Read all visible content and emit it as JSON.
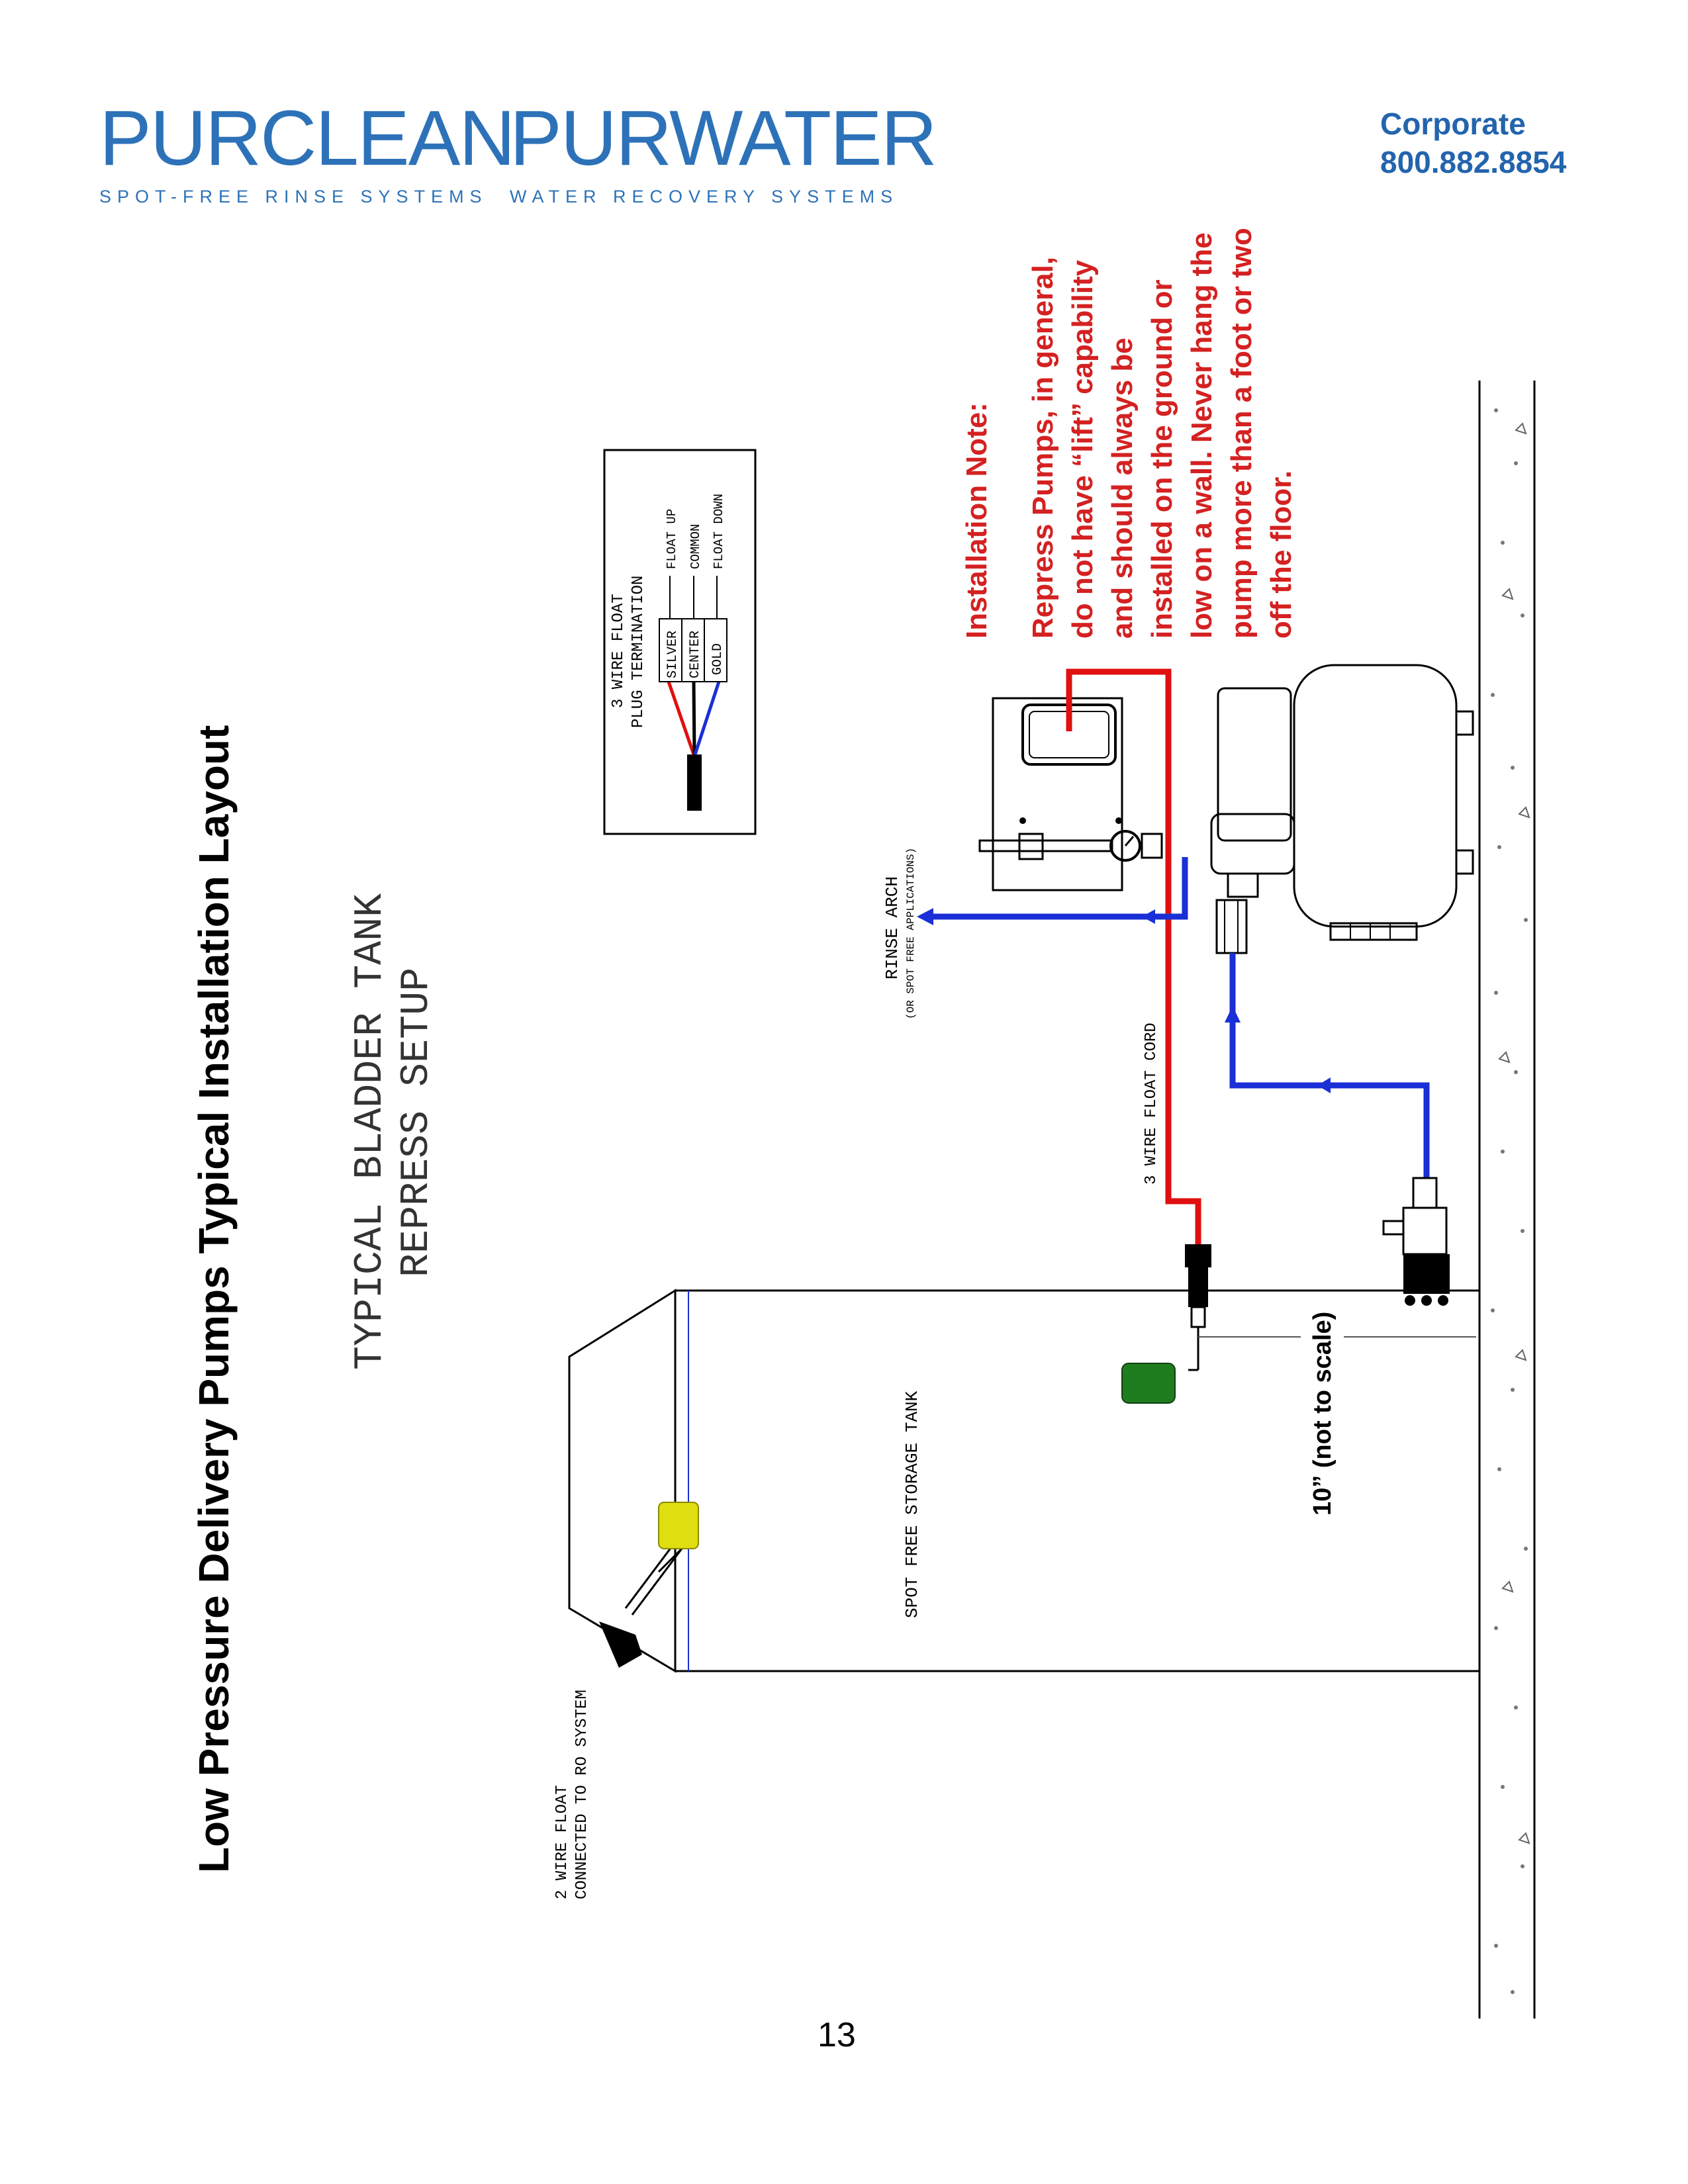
{
  "brand": {
    "purclean": {
      "pre": "P",
      "u": "U",
      "post": "RCLEAN",
      "tagline": "SPOT-FREE RINSE SYSTEMS"
    },
    "purwater": {
      "pre": "P",
      "u": "U",
      "post": "RWATER",
      "tagline": "WATER RECOVERY SYSTEMS"
    },
    "color": "#2d72b8"
  },
  "corporate": {
    "label": "Corporate",
    "phone": "800.882.8854"
  },
  "page_title": "Low Pressure Delivery Pumps Typical Installation Layout",
  "setup_title": {
    "line1": "TYPICAL BLADDER TANK",
    "line2": "REPRESS SETUP"
  },
  "plug_box": {
    "title1": "3 WIRE FLOAT",
    "title2": "PLUG TERMINATION",
    "terminals": [
      "SILVER",
      "CENTER",
      "GOLD"
    ],
    "functions": [
      "FLOAT UP",
      "COMMON",
      "FLOAT DOWN"
    ]
  },
  "labels": {
    "rinse_arch_1": "RINSE ARCH",
    "rinse_arch_2": "(OR SPOT FREE APPLICATIONS)",
    "float_cord": "3 WIRE FLOAT CORD",
    "storage_tank": "SPOT FREE STORAGE TANK",
    "two_wire_1": "2 WIRE FLOAT",
    "two_wire_2": "CONNECTED TO RO SYSTEM",
    "dimension": "10” (not to scale)"
  },
  "installation_note": {
    "heading": "Installation Note:",
    "lines": [
      "Repress Pumps, in general,",
      "do not have “lift” capability",
      "and should always be",
      "installed on the ground or",
      "low on a wall. Never hang the",
      "pump more than a foot or two",
      "off the floor."
    ],
    "color": "#d42121"
  },
  "colors": {
    "wire_red": "#e01010",
    "pipe_blue": "#1a2fd6",
    "float_green": "#1f7d1f",
    "float_yellow": "#dede10"
  },
  "page_number": "13"
}
